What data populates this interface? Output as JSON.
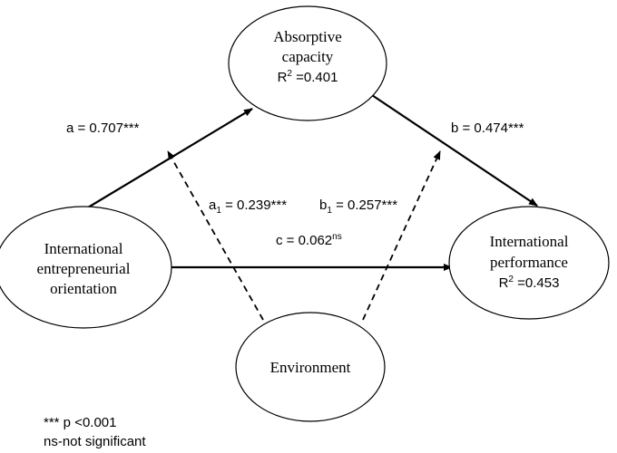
{
  "nodes": {
    "absorptive": {
      "line1": "Absorptive",
      "line2": "capacity",
      "r2_prefix": "R",
      "r2_sup": "2",
      "r2_value": " =0.401"
    },
    "orientation": {
      "line1": "International",
      "line2": "entrepreneurial",
      "line3": "orientation"
    },
    "performance": {
      "line1": "International",
      "line2": "performance",
      "r2_prefix": "R",
      "r2_sup": "2",
      "r2_value": " =0.453"
    },
    "environment": {
      "line1": "Environment"
    }
  },
  "paths": {
    "a": "a = 0.707***",
    "b": "b = 0.474***",
    "c_main": "c = 0.062",
    "c_sup": "ns",
    "a1_prefix": "a",
    "a1_sub": "1",
    "a1_value": " = 0.239***",
    "b1_prefix": "b",
    "b1_sub": "1",
    "b1_value": " = 0.257***"
  },
  "legend": {
    "line1": "*** p <0.001",
    "line2": "ns-not significant"
  }
}
